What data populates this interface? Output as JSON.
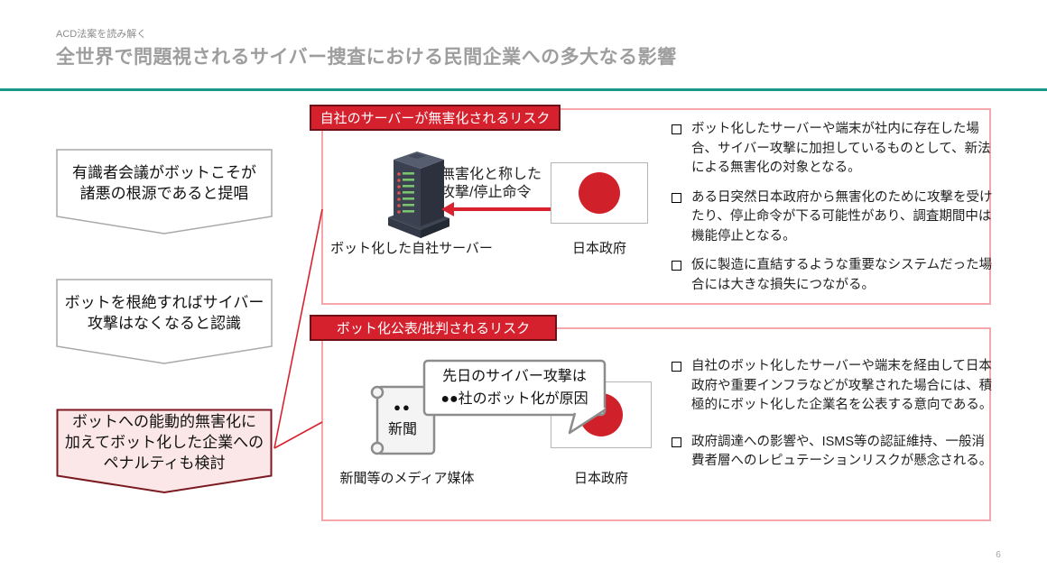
{
  "slide": {
    "eyebrow": "ACD法案を読み解く",
    "title": "全世界で問題視されるサイバー捜査における民間企業への多大なる影響",
    "page_number": "6",
    "colors": {
      "accent_teal": "#17988a",
      "accent_red": "#d5202d",
      "box_border_pink": "#f5a6aa",
      "highlight_fill": "#fbe7e7",
      "highlight_border": "#7c1a21",
      "flag_red": "#d0212b",
      "title_gray": "#9e9e9e"
    }
  },
  "process_steps": [
    {
      "highlighted": false,
      "lines": [
        "有識者会議がボットこそが",
        "諸悪の根源であると提唱"
      ]
    },
    {
      "highlighted": false,
      "lines": [
        "ボットを根絶すればサイバー",
        "攻撃はなくなると認識"
      ]
    },
    {
      "highlighted": true,
      "lines": [
        "ボットへの能動的無害化に",
        "加えてボット化した企業への",
        "ペナルティも検討"
      ]
    }
  ],
  "risk_sections": [
    {
      "header": "自社のサーバーが無害化されるリスク",
      "diagram": {
        "server_label": "ボット化した自社サーバー",
        "arrow_label_lines": [
          "無害化と称した",
          "攻撃/停止命令"
        ],
        "flag_label": "日本政府"
      },
      "bullets": [
        "ボット化したサーバーや端末が社内に存在した場合、サイバー攻撃に加担しているものとして、新法による無害化の対象となる。",
        "ある日突然日本政府から無害化のために攻撃を受けたり、停止命令が下る可能性があり、調査期間中は機能停止となる。",
        "仮に製造に直結するような重要なシステムだった場合には大きな損失につながる。"
      ]
    },
    {
      "header": "ボット化公表/批判されるリスク",
      "diagram": {
        "newspaper_dots": "●●",
        "newspaper_name": "新聞",
        "media_label": "新聞等のメディア媒体",
        "bubble_lines": [
          "先日のサイバー攻撃は",
          "●●社のボット化が原因"
        ],
        "flag_label": "日本政府"
      },
      "bullets": [
        "自社のボット化したサーバーや端末を経由して日本政府や重要インフラなどが攻撃された場合には、積極的にボット化した企業名を公表する意向である。",
        "政府調達への影響や、ISMS等の認証維持、一般消費者層へのレピュテーションリスクが懸念される。"
      ]
    }
  ]
}
